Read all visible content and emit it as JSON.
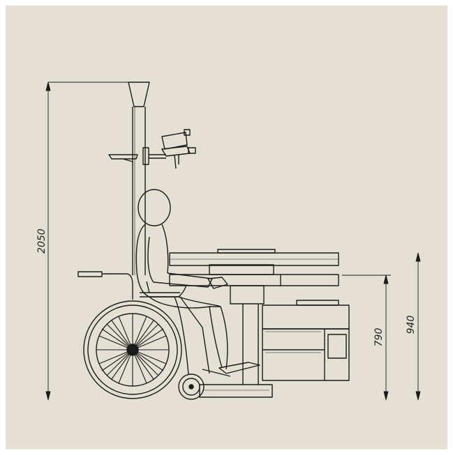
{
  "colors": {
    "background": "#e4e1d4",
    "frame": "#ffffff",
    "line": "#1b1b1b",
    "light_line": "#6b6b6b"
  },
  "dimensions": {
    "total_height": "2050",
    "table_height_lower": "790",
    "table_height_upper": "940"
  }
}
